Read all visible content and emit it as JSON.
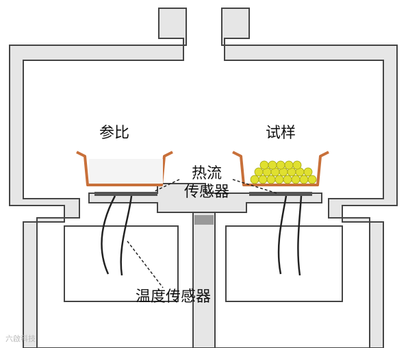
{
  "labels": {
    "reference": "参比",
    "sample": "试样",
    "heat_flow_line1": "热流",
    "heat_flow_line2": "传感器",
    "temperature_sensor": "温度传感器"
  },
  "watermark": "六啟科技",
  "colors": {
    "furnace_wall": "#e6e6e6",
    "wall_outline": "#444444",
    "crucible": "#c8703a",
    "sample_pellets": "#e0e030",
    "sensor_plate": "#555555",
    "wire": "#222222"
  }
}
